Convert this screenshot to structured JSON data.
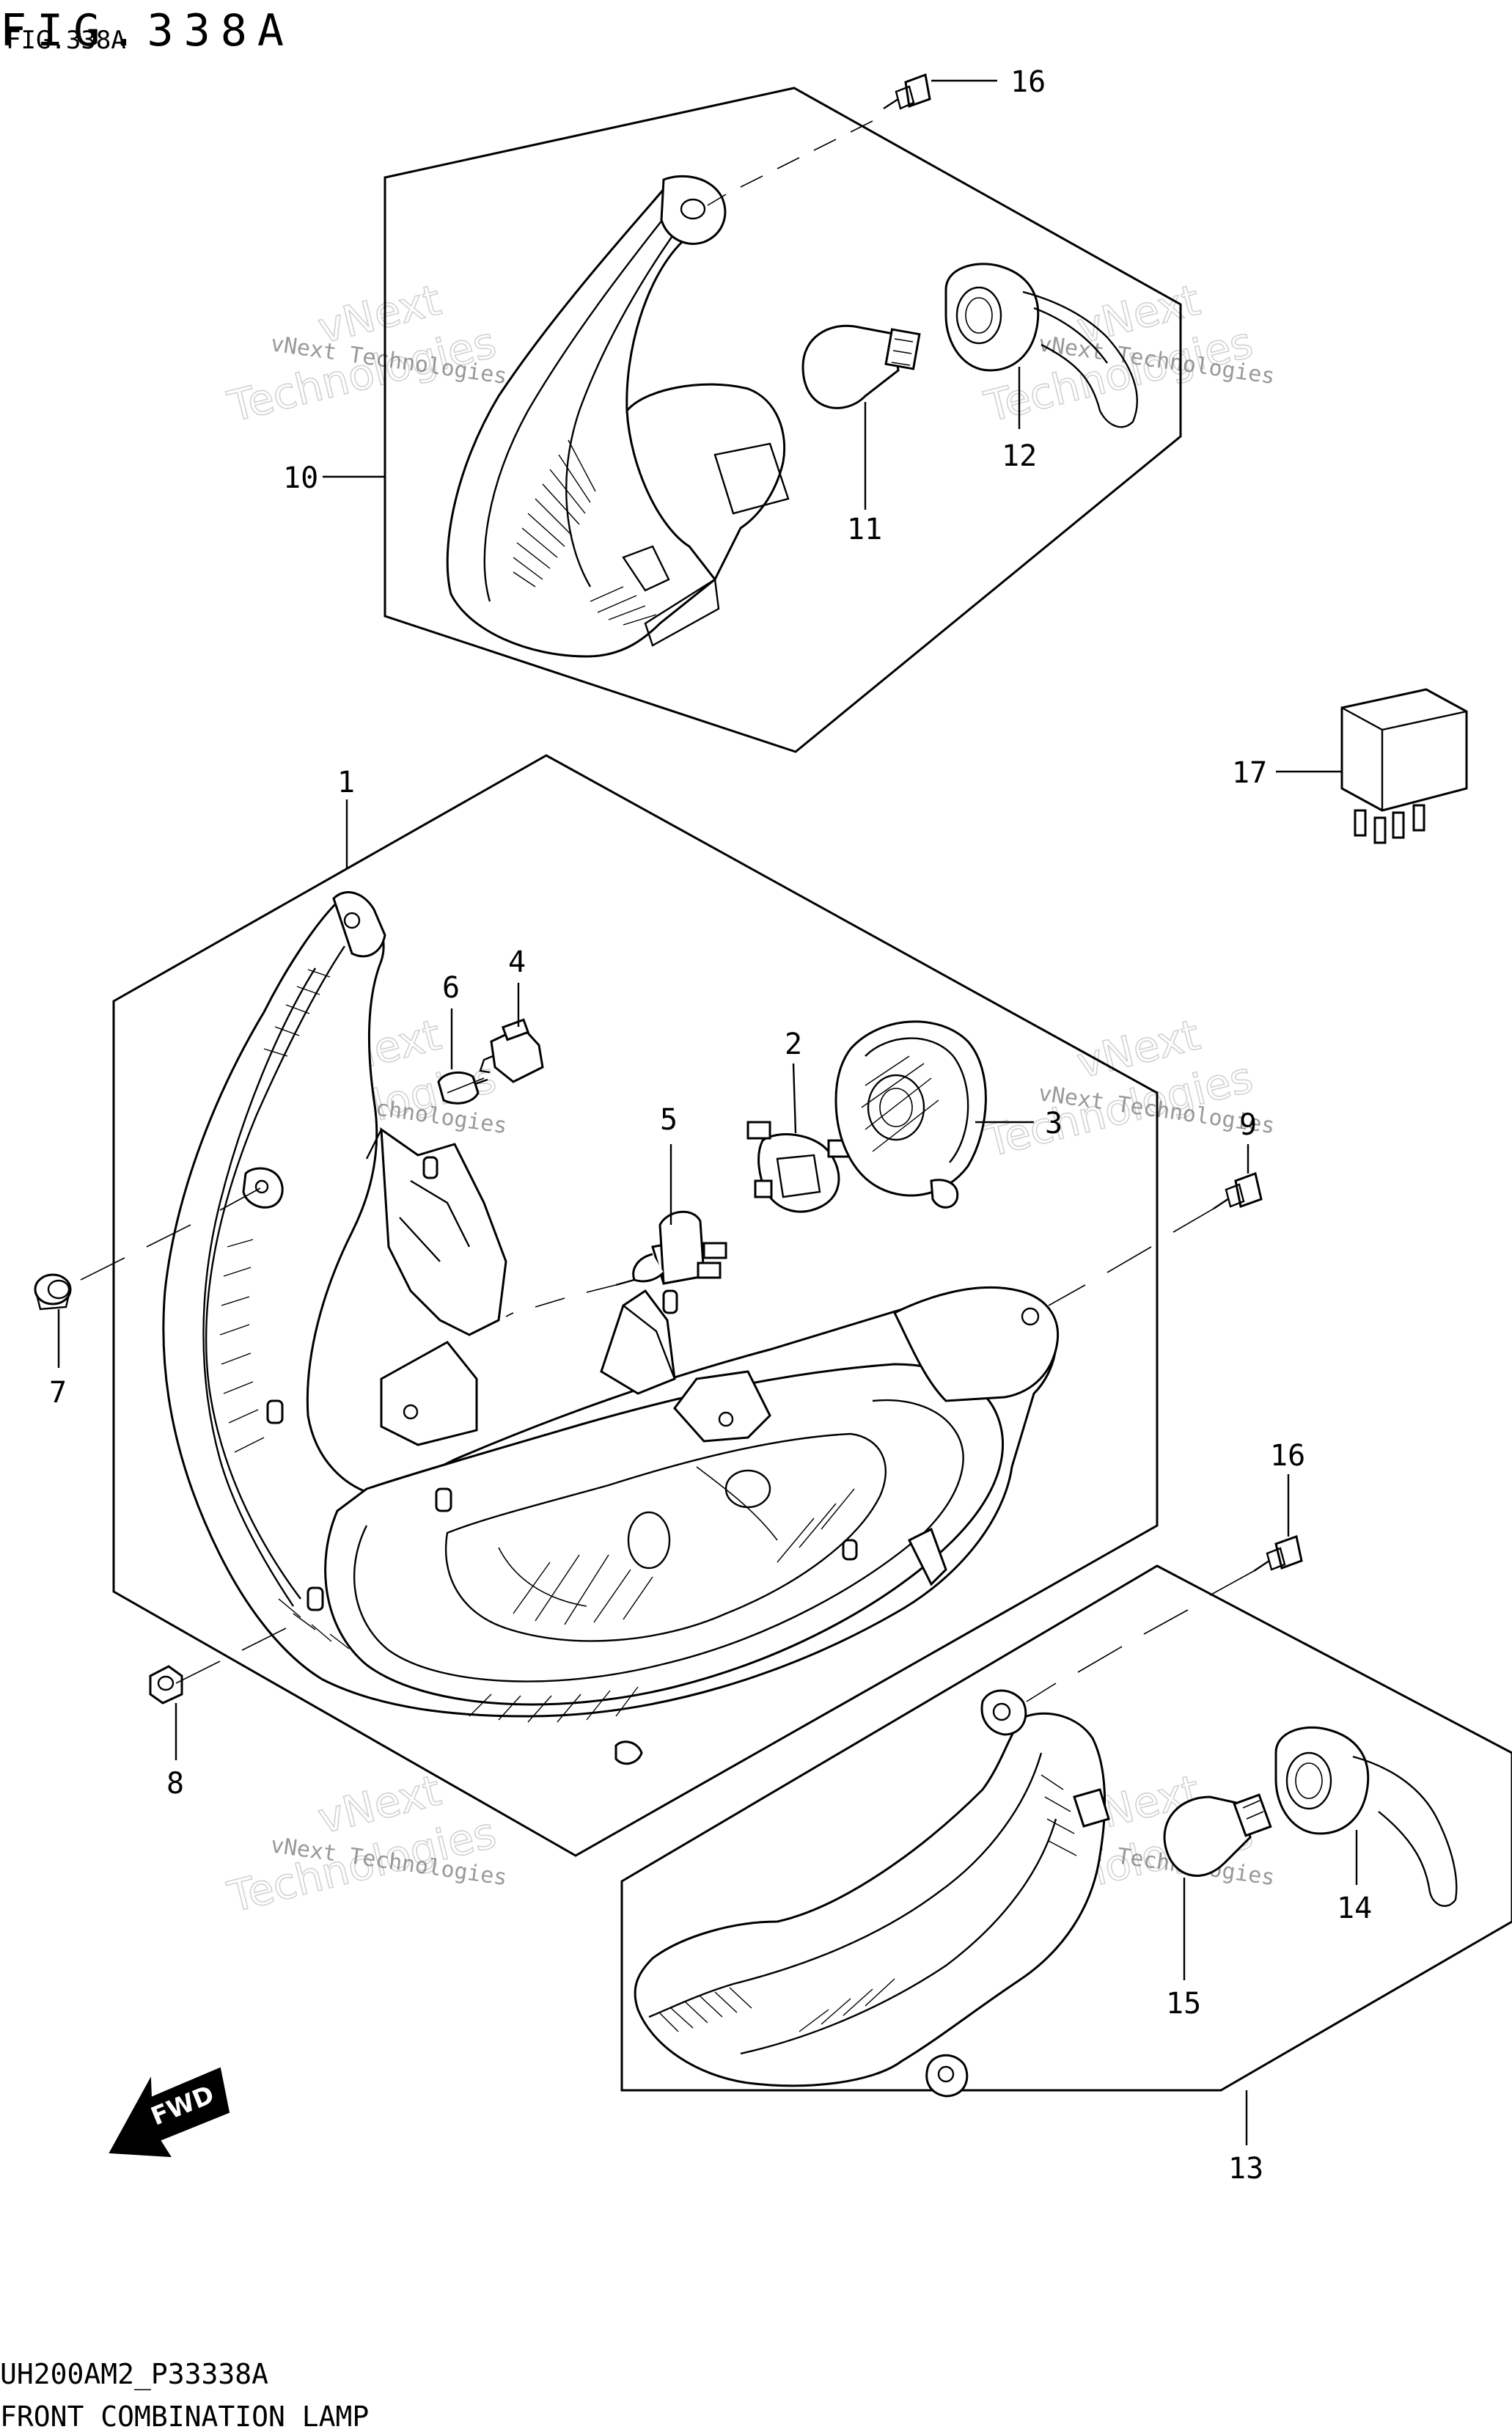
{
  "figure": {
    "title": "FIG.338A",
    "title_small": "FIG.338A",
    "drawing_code": "UH200AM2_P33338A",
    "caption": "FRONT COMBINATION LAMP"
  },
  "direction_arrow": {
    "label": "FWD"
  },
  "watermark": {
    "line1": "vNext Technologies",
    "line2": "vNext Technologies",
    "line3": "vNext",
    "line4": "Technologies"
  },
  "parts": [
    {
      "number": "1"
    },
    {
      "number": "2"
    },
    {
      "number": "3"
    },
    {
      "number": "4"
    },
    {
      "number": "5"
    },
    {
      "number": "6"
    },
    {
      "number": "7"
    },
    {
      "number": "8"
    },
    {
      "number": "9"
    },
    {
      "number": "10"
    },
    {
      "number": "11"
    },
    {
      "number": "12"
    },
    {
      "number": "13"
    },
    {
      "number": "14"
    },
    {
      "number": "15"
    },
    {
      "number": "16"
    },
    {
      "number": "16"
    },
    {
      "number": "17"
    }
  ]
}
